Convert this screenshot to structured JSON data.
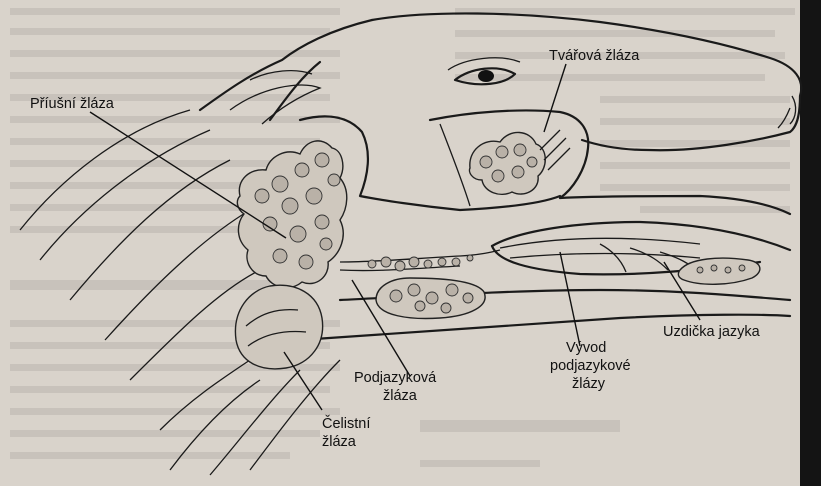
{
  "labels": {
    "priusni": "Příušní žláza",
    "tvarova": "Tvářová žláza",
    "podjazykova_1": "Podjazyková",
    "podjazykova_2": "žláza",
    "vyvod_1": "Vývod",
    "vyvod_2": "podjazykové",
    "vyvod_3": "žlázy",
    "uzdicka": "Uzdička jazyka",
    "celistni_1": "Čelistní",
    "celistni_2": "žláza"
  },
  "colors": {
    "paper": "#d9d3cb",
    "ink": "#111111",
    "right_edge": "#141414"
  }
}
